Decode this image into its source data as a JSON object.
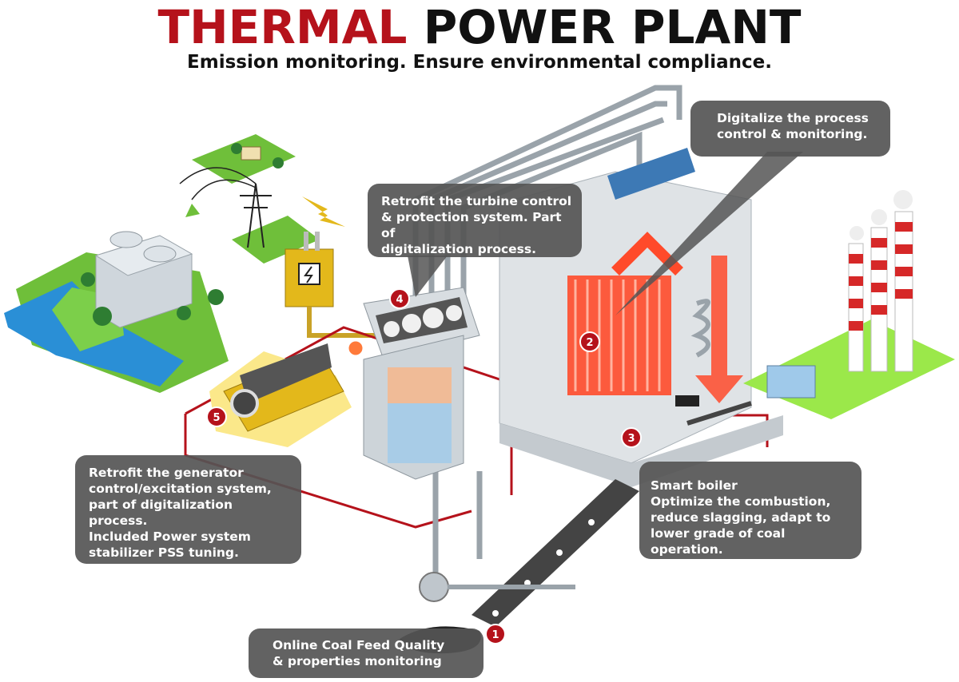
{
  "header": {
    "title_red": "THERMAL",
    "title_black": "POWER PLANT",
    "subtitle": "Emission monitoring. Ensure environmental compliance."
  },
  "callouts": {
    "digitalize": "Digitalize the process\ncontrol & monitoring.",
    "turbine": "Retrofit the turbine control\n& protection system. Part of\ndigitalization process.",
    "generator": "Retrofit the generator\ncontrol/excitation system,\npart of digitalization process.\nIncluded Power system\nstabilizer PSS tuning.",
    "boiler": "Smart boiler\nOptimize the combustion,\nreduce slagging, adapt to\nlower grade of coal operation.",
    "coal": "Online Coal Feed Quality\n& properties monitoring"
  },
  "markers": [
    "1",
    "2",
    "3",
    "4",
    "5"
  ],
  "colors": {
    "accent_red": "#b5121b",
    "callout_bg": "#555555",
    "water": "#2a8fd6",
    "grass": "#6fbf3a",
    "lime": "#9be84a",
    "hot": "#ff4a2a",
    "generator_yellow": "#e3b81b"
  }
}
